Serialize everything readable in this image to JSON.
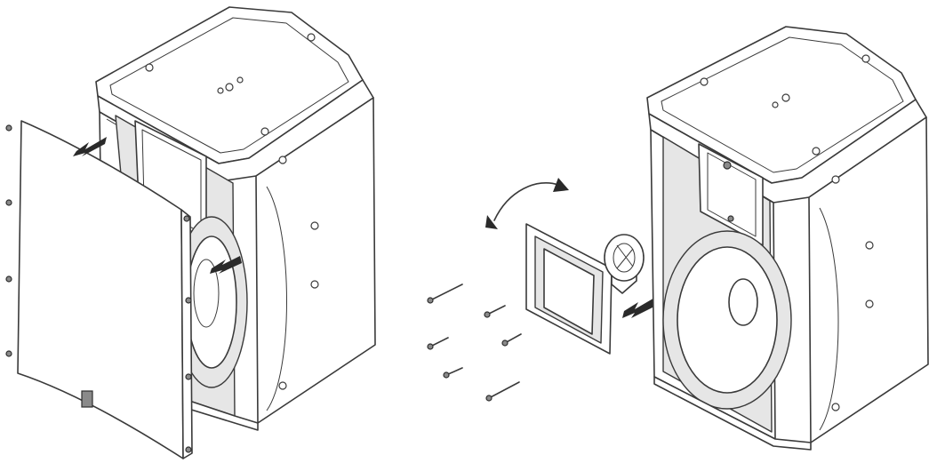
{
  "figure": {
    "panels": [
      {
        "id": "grille-removal",
        "arrows": 2,
        "grille_screws": 8
      },
      {
        "id": "horn-rotation",
        "arrows": 2,
        "horn_screws": 8
      }
    ],
    "colors": {
      "line": "#3a3a3a",
      "background": "#ffffff",
      "arrow": "#2a2a2a",
      "shade": "#e6e6e6"
    },
    "icons": [
      "arrow-icon",
      "rotate-arrow-icon",
      "screw-icon"
    ]
  }
}
